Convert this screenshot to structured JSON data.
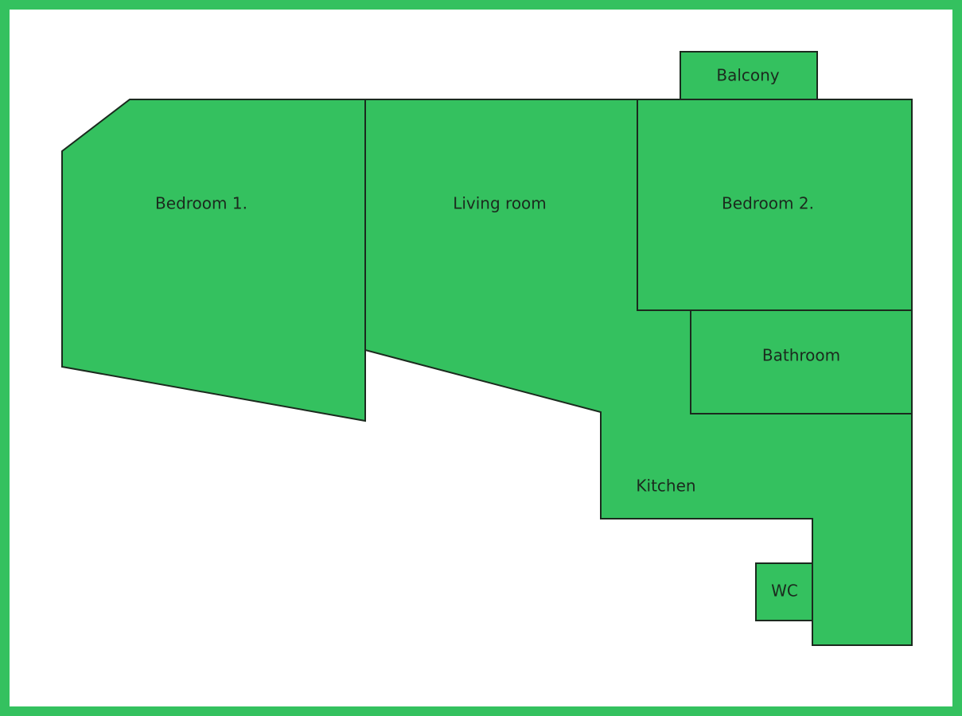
{
  "colors": {
    "room_fill": "#34c15f",
    "outline": "#1b2a1e",
    "frame_border": "#34c15f",
    "background": "#ffffff"
  },
  "rooms": {
    "balcony": "Balcony",
    "bedroom_1": "Bedroom 1.",
    "living_room": "Living room",
    "bedroom_2": "Bedroom 2.",
    "bathroom": "Bathroom",
    "kitchen": "Kitchen",
    "wc": "WC"
  }
}
